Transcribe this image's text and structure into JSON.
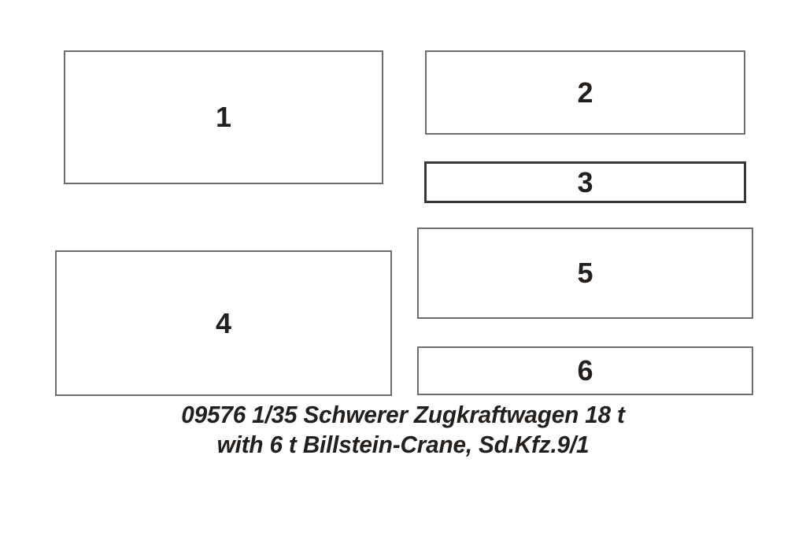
{
  "sheet": {
    "background_color": "#ffffff",
    "border_color": "#6e6e6e",
    "heavy_border_color": "#3a3733",
    "text_color": "#231f1c"
  },
  "parts": [
    {
      "label": "1",
      "name": "part-box-1"
    },
    {
      "label": "2",
      "name": "part-box-2"
    },
    {
      "label": "3",
      "name": "part-box-3"
    },
    {
      "label": "4",
      "name": "part-box-4"
    },
    {
      "label": "5",
      "name": "part-box-5"
    },
    {
      "label": "6",
      "name": "part-box-6"
    }
  ],
  "caption": {
    "line1": "09576 1/35 Schwerer Zugkraftwagen 18 t",
    "line2": "with 6 t Billstein-Crane, Sd.Kfz.9/1",
    "kit_number": "09576",
    "scale": "1/35",
    "subject": "Schwerer Zugkraftwagen 18 t with 6 t Billstein-Crane, Sd.Kfz.9/1"
  }
}
